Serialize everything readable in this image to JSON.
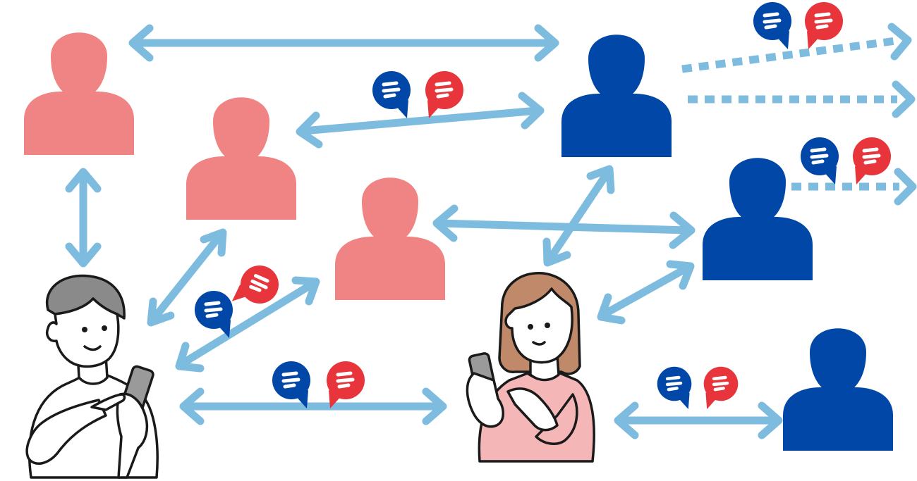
{
  "colors": {
    "pink_person": "#f08383",
    "blue_person": "#0047a8",
    "arrow": "#7dbcdf",
    "bubble_blue": "#0047a8",
    "bubble_red": "#e8353b",
    "outline": "#1a1a1a",
    "woman_shirt": "#f4b6b6",
    "woman_hair": "#c08a6a",
    "man_hair": "#8a8a8a"
  },
  "nodes": [
    {
      "id": "pink-person-1",
      "kind": "person-silhouette",
      "color": "pink"
    },
    {
      "id": "pink-person-2",
      "kind": "person-silhouette",
      "color": "pink"
    },
    {
      "id": "pink-person-3",
      "kind": "person-silhouette",
      "color": "pink"
    },
    {
      "id": "blue-person-1",
      "kind": "person-silhouette",
      "color": "blue"
    },
    {
      "id": "blue-person-2",
      "kind": "person-silhouette",
      "color": "blue"
    },
    {
      "id": "blue-person-3",
      "kind": "person-silhouette",
      "color": "blue"
    },
    {
      "id": "man-with-phone",
      "kind": "illustrated-person",
      "color": "none"
    },
    {
      "id": "woman-with-phone",
      "kind": "illustrated-person",
      "color": "none"
    }
  ],
  "edges": [
    {
      "from": "pink-person-1",
      "to": "blue-person-1",
      "style": "solid",
      "bidirectional": true
    },
    {
      "from": "pink-person-2",
      "to": "blue-person-1",
      "style": "solid",
      "bidirectional": true,
      "messages": true
    },
    {
      "from": "pink-person-1",
      "to": "man-with-phone",
      "style": "solid",
      "bidirectional": true
    },
    {
      "from": "man-with-phone",
      "to": "pink-person-2",
      "style": "solid",
      "bidirectional": true,
      "messages": true
    },
    {
      "from": "man-with-phone",
      "to": "pink-person-3",
      "style": "solid",
      "bidirectional": true
    },
    {
      "from": "pink-person-3",
      "to": "blue-person-2",
      "style": "solid",
      "bidirectional": true
    },
    {
      "from": "blue-person-1",
      "to": "woman-with-phone",
      "style": "solid",
      "bidirectional": true
    },
    {
      "from": "woman-with-phone",
      "to": "blue-person-2",
      "style": "solid",
      "bidirectional": true
    },
    {
      "from": "man-with-phone",
      "to": "woman-with-phone",
      "style": "solid",
      "bidirectional": true,
      "messages": true
    },
    {
      "from": "woman-with-phone",
      "to": "blue-person-3",
      "style": "solid",
      "bidirectional": true,
      "messages": true
    },
    {
      "from": "blue-person-1",
      "to": "offscreen-1",
      "style": "dotted",
      "bidirectional": false,
      "messages": true
    },
    {
      "from": "blue-person-1",
      "to": "offscreen-2",
      "style": "dotted",
      "bidirectional": false
    },
    {
      "from": "blue-person-2",
      "to": "offscreen-3",
      "style": "dotted",
      "bidirectional": false,
      "messages": true
    }
  ],
  "message_icons": [
    "chat-bubble-blue-icon",
    "chat-bubble-red-icon"
  ]
}
